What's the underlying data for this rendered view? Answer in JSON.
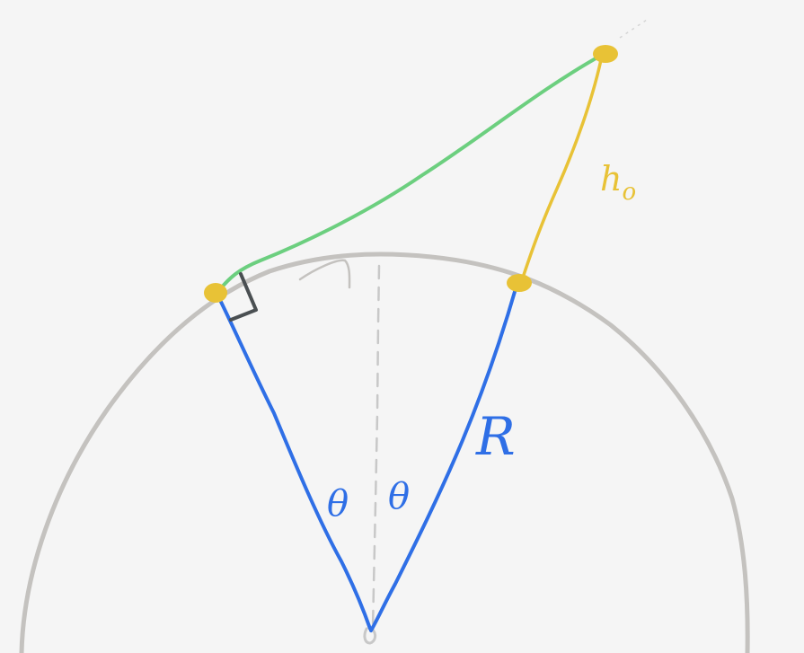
{
  "labels": {
    "height": "h",
    "height_subscript": "o",
    "radius": "R",
    "angle_left": "θ",
    "angle_right": "θ"
  },
  "colors": {
    "background": "#f5f5f5",
    "earth_outline": "#c4c2bf",
    "centerline": "#c8c8c8",
    "radius_lines": "#2f6fe6",
    "height_line": "#e8c236",
    "line_of_sight": "#6ccf7f",
    "points": "#e8c236",
    "right_angle_marker": "#4a4f52"
  }
}
